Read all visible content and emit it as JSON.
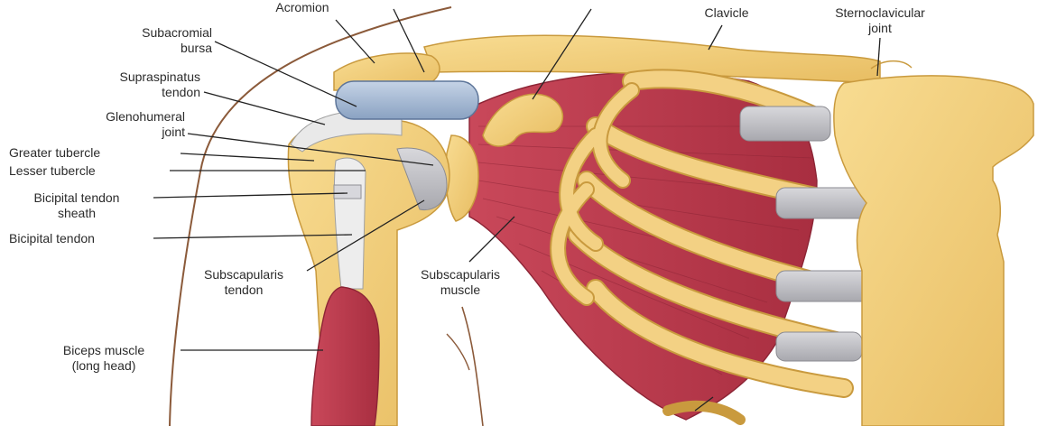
{
  "diagram": {
    "labels": {
      "acromion": "Acromion",
      "subacromial_bursa": [
        "Subacromial",
        "bursa"
      ],
      "supraspinatus_tendon": [
        "Supraspinatus",
        "tendon"
      ],
      "glenohumeral_joint": [
        "Glenohumeral",
        "joint"
      ],
      "greater_tubercle": "Greater tubercle",
      "lesser_tubercle": "Lesser tubercle",
      "bicipital_tendon_sheath": [
        "Bicipital tendon",
        "sheath"
      ],
      "bicipital_tendon": "Bicipital tendon",
      "subscapularis_tendon": [
        "Subscapularis",
        "tendon"
      ],
      "subscapularis_muscle": [
        "Subscapularis",
        "muscle"
      ],
      "biceps_muscle": [
        "Biceps muscle",
        "(long head)"
      ],
      "clavicle": "Clavicle",
      "sternoclavicular_joint": [
        "Sternoclavicular",
        "joint"
      ]
    },
    "colors": {
      "bone": "#f2cf7e",
      "bone_edge": "#c99a3e",
      "muscle": "#b8384a",
      "muscle_light": "#d25a66",
      "cartilage": "#c9c9cc",
      "bursa": "#9db3cf",
      "tendon": "#e8e8e8",
      "leader": "#222222",
      "skin": "#8b5a3a"
    }
  }
}
